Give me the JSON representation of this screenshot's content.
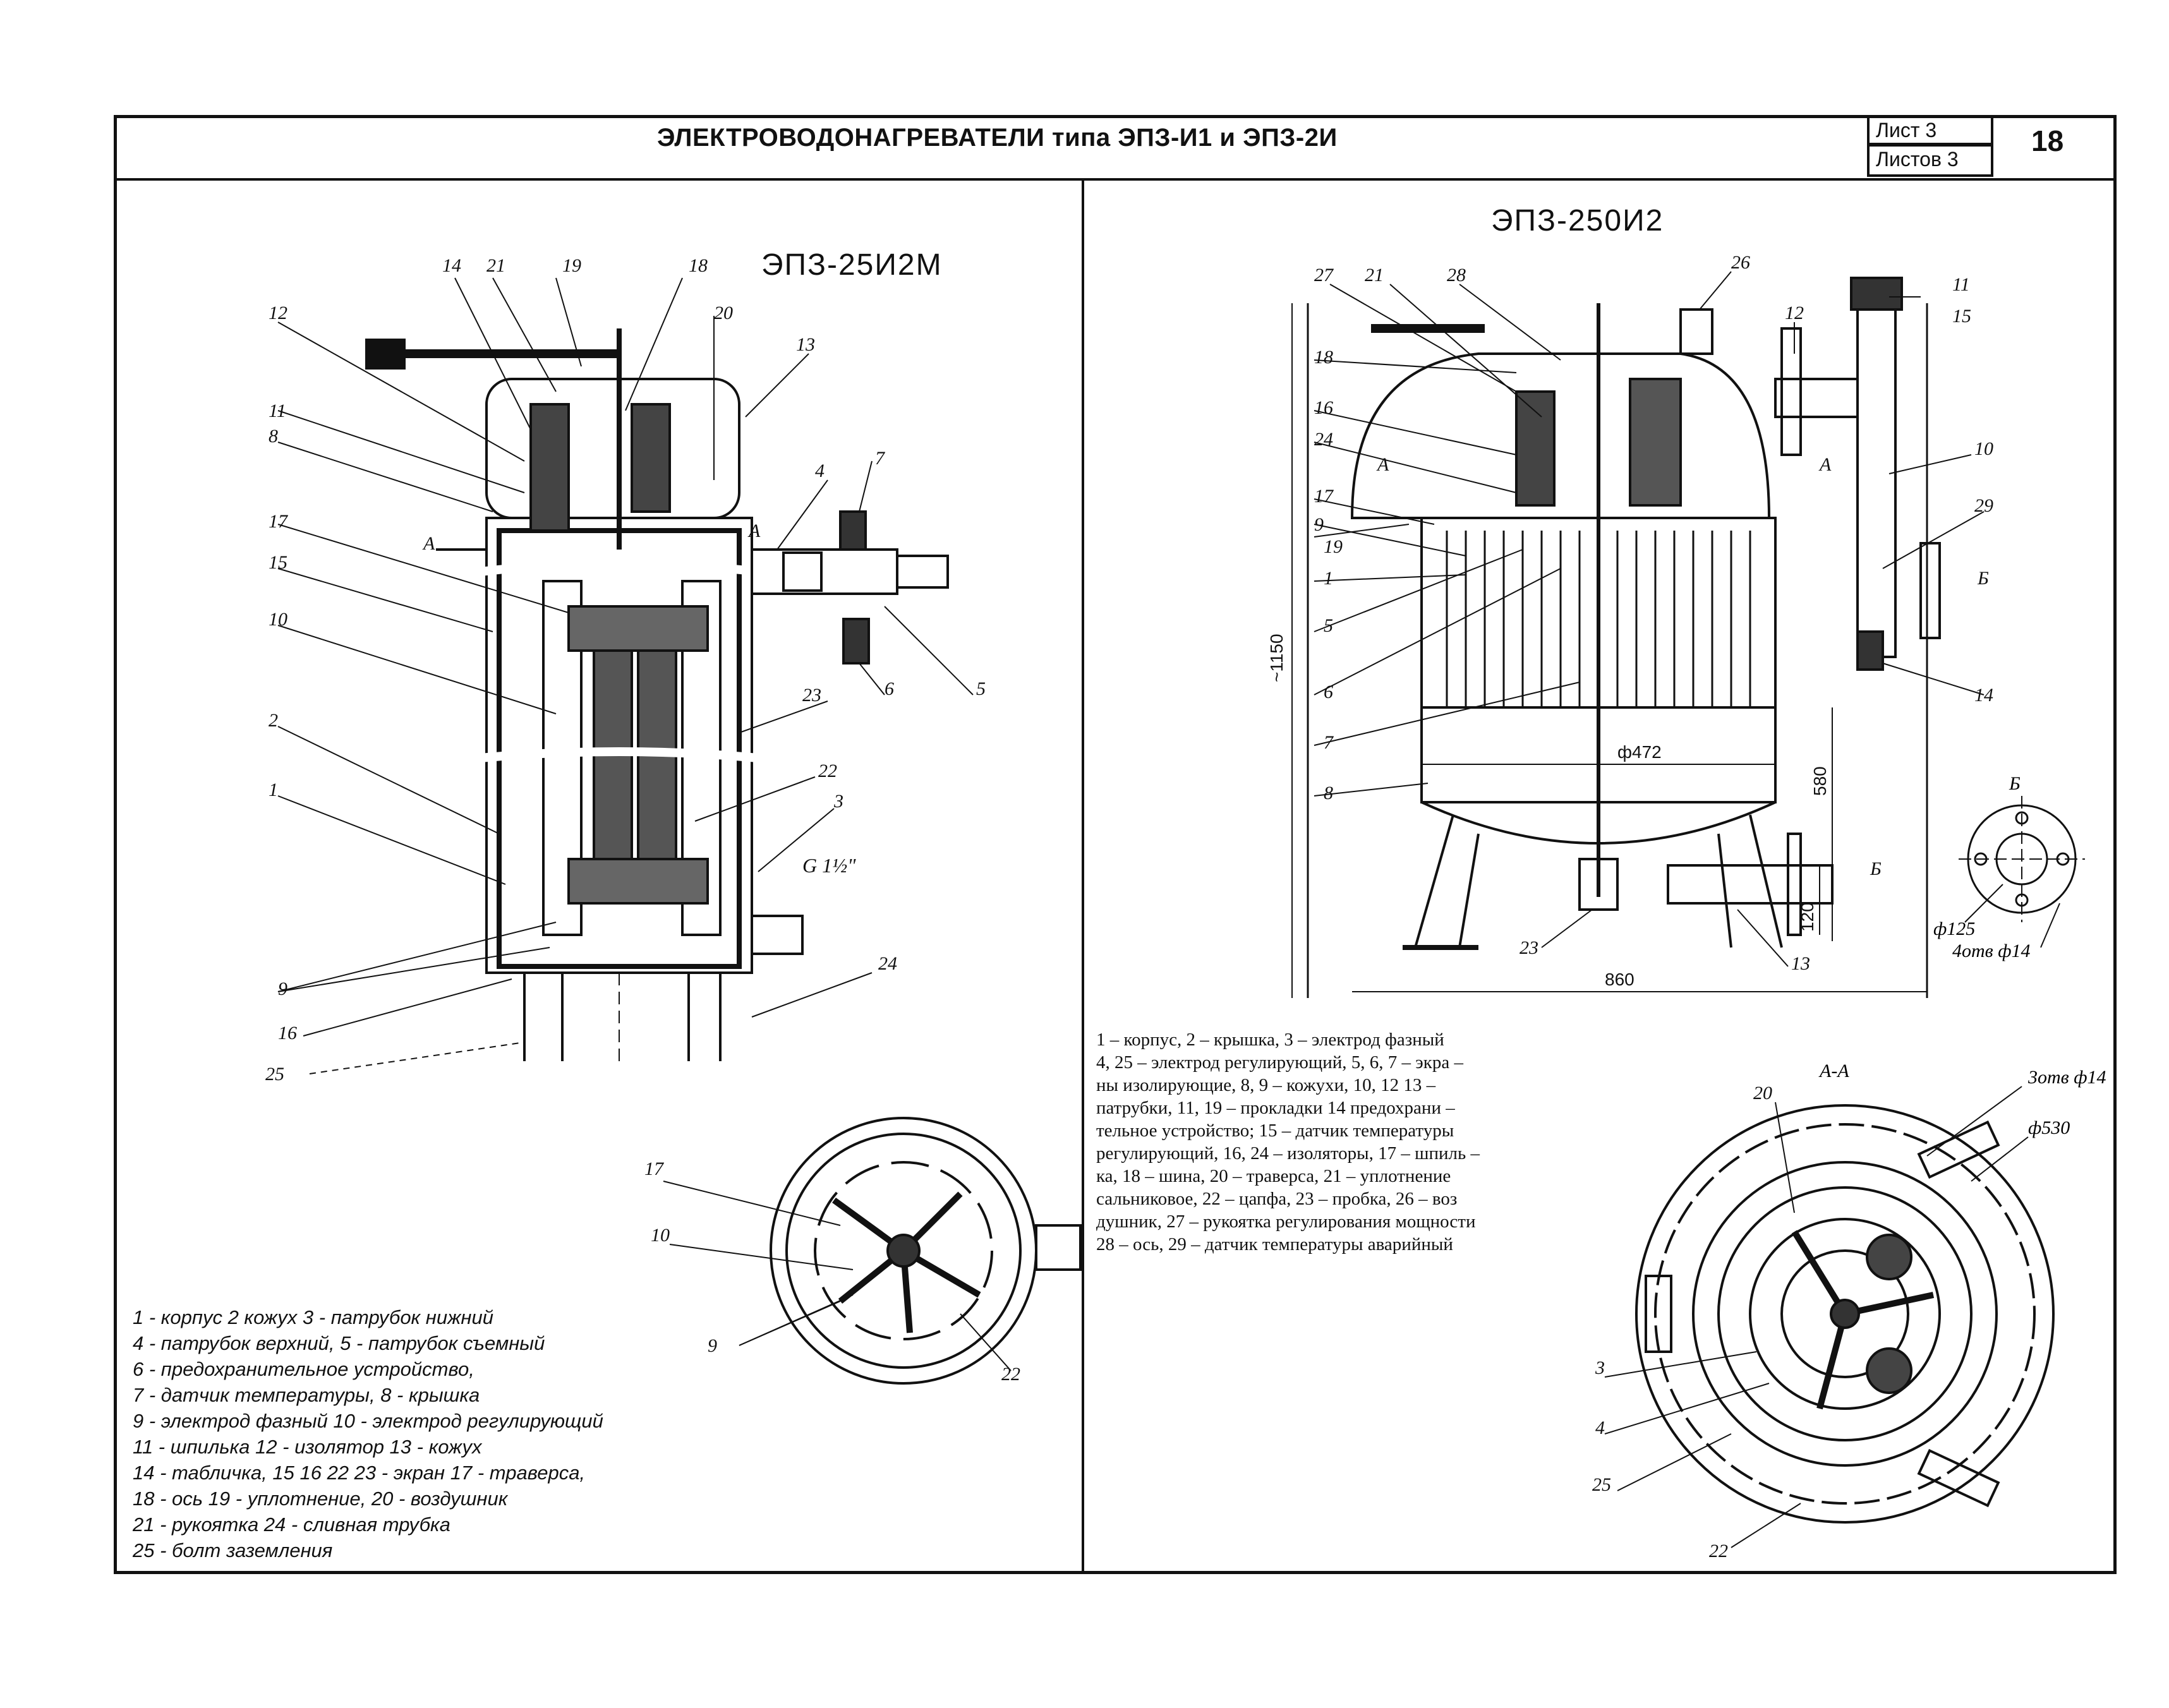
{
  "header": {
    "title": "ЭЛЕКТРОВОДОНАГРЕВАТЕЛИ типа ЭПЗ-И1 и ЭПЗ-2И",
    "sheet": "Лист 3",
    "sheets_total": "Листов 3",
    "page_number": "18"
  },
  "left_drawing": {
    "title": "ЭПЗ-25И2М",
    "pipe_thread": "G 1½\"",
    "section_marks": [
      "А",
      "А"
    ],
    "callouts": [
      "14",
      "21",
      "19",
      "18",
      "20",
      "13",
      "12",
      "11",
      "8",
      "4",
      "7",
      "17",
      "15",
      "10",
      "6",
      "5",
      "2",
      "23",
      "1",
      "22",
      "3",
      "9",
      "16",
      "25",
      "24"
    ],
    "plan_callouts": [
      "17",
      "10",
      "9",
      "22"
    ],
    "legend": [
      "1 - корпус  2  кожух  3 - патрубок нижний",
      "4 - патрубок верхний, 5 - патрубок съемный",
      "6 - предохранительное устройство,",
      "7 - датчик температуры, 8 - крышка",
      "9 - электрод фазный  10 - электрод регулирующий",
      "11 - шпилька  12 - изолятор  13 - кожух",
      "14 - табличка, 15 16  22  23 - экран  17 - траверса,",
      "18 - ось  19 - уплотнение, 20 - воздушник",
      "21 - рукоятка  24 - сливная трубка",
      "25 - болт заземления"
    ]
  },
  "right_drawing": {
    "title": "ЭПЗ-250И2",
    "callouts": [
      "27",
      "21",
      "28",
      "26",
      "12",
      "11",
      "15",
      "18",
      "16",
      "24",
      "17",
      "9",
      "19",
      "1",
      "5",
      "6",
      "7",
      "8",
      "10",
      "29",
      "14",
      "23",
      "13"
    ],
    "section_marks": [
      "А",
      "А",
      "Б",
      "Б"
    ],
    "dimensions": {
      "height": "~1150",
      "diameter": "ф472",
      "leg_height": "580",
      "width": "860",
      "flange_height": "120"
    },
    "view_b": {
      "label": "Б",
      "diameter": "ф125",
      "holes": "4отв ф14"
    },
    "section_aa": {
      "label": "А-А",
      "holes": "3отв ф14",
      "diameter": "ф530",
      "callouts": [
        "20",
        "3",
        "4",
        "25",
        "22"
      ]
    },
    "legend": [
      "1  – корпус, 2  – крышка, 3  – электрод фазный",
      "4, 25  – электрод регулирующий, 5, 6, 7  – экра –",
      "ны изолирующие, 8, 9  –  кожухи, 10, 12  13 –",
      "патрубки, 11, 19  – прокладки  14 предохрани –",
      "тельное устройство;  15  – датчик температуры",
      "регулирующий, 16, 24  – изоляторы, 17  – шпиль –",
      "ка, 18  – шина, 20  – траверса, 21  – уплотнение",
      "сальниковое, 22  – цапфа, 23  – пробка, 26  – воз",
      "душник, 27  – рукоятка регулирования мощности",
      "28  – ось, 29  – датчик температуры аварийный"
    ]
  }
}
